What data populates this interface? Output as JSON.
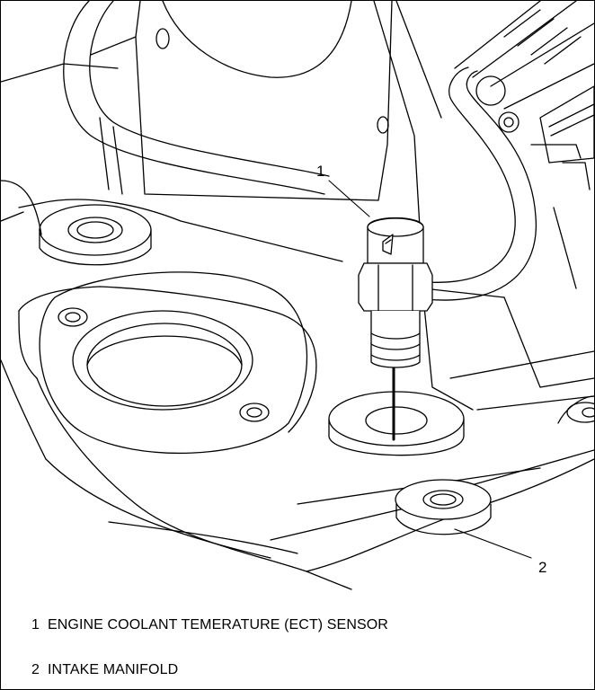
{
  "callouts": [
    {
      "number": "1",
      "label": "ENGINE COOLANT TEMERATURE (ECT) SENSOR"
    },
    {
      "number": "2",
      "label": "INTAKE MANIFOLD"
    }
  ],
  "colors": {
    "line": "#000000",
    "fill": "#ffffff",
    "shade": "#c9c9c9"
  }
}
